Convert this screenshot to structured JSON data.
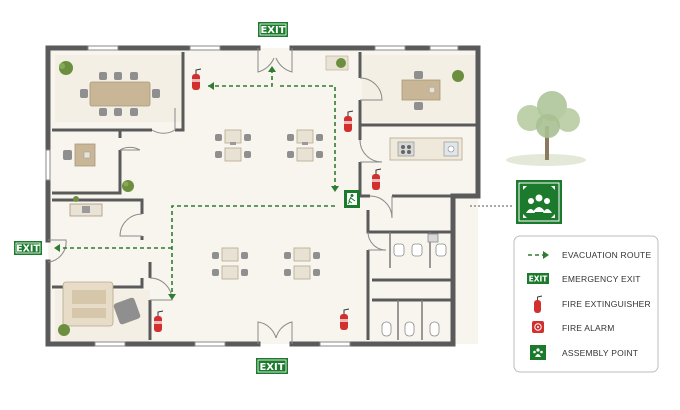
{
  "signs": {
    "exit_top": "EXIT",
    "exit_left": "EXIT",
    "exit_bottom": "EXIT"
  },
  "legend": {
    "items": [
      {
        "icon": "evacuation-route-icon",
        "label": "EVACUATION ROUTE"
      },
      {
        "icon": "emergency-exit-icon",
        "label": "EMERGENCY EXIT",
        "icon_text": "EXIT"
      },
      {
        "icon": "fire-extinguisher-icon",
        "label": "FIRE EXTINGUISHER"
      },
      {
        "icon": "fire-alarm-icon",
        "label": "FIRE ALARM"
      },
      {
        "icon": "assembly-point-icon",
        "label": "ASSEMBLY POINT"
      }
    ]
  },
  "colors": {
    "wall": "#5a5a5a",
    "floor": "#f8f5ee",
    "route": "#2e7d32",
    "exit_green": "#1b7a2c",
    "extinguisher_red": "#d32f2f",
    "furniture": "#d9cdb6",
    "table": "#c8b697",
    "chair": "#8f8f8f",
    "plant": "#6b8f3e"
  }
}
